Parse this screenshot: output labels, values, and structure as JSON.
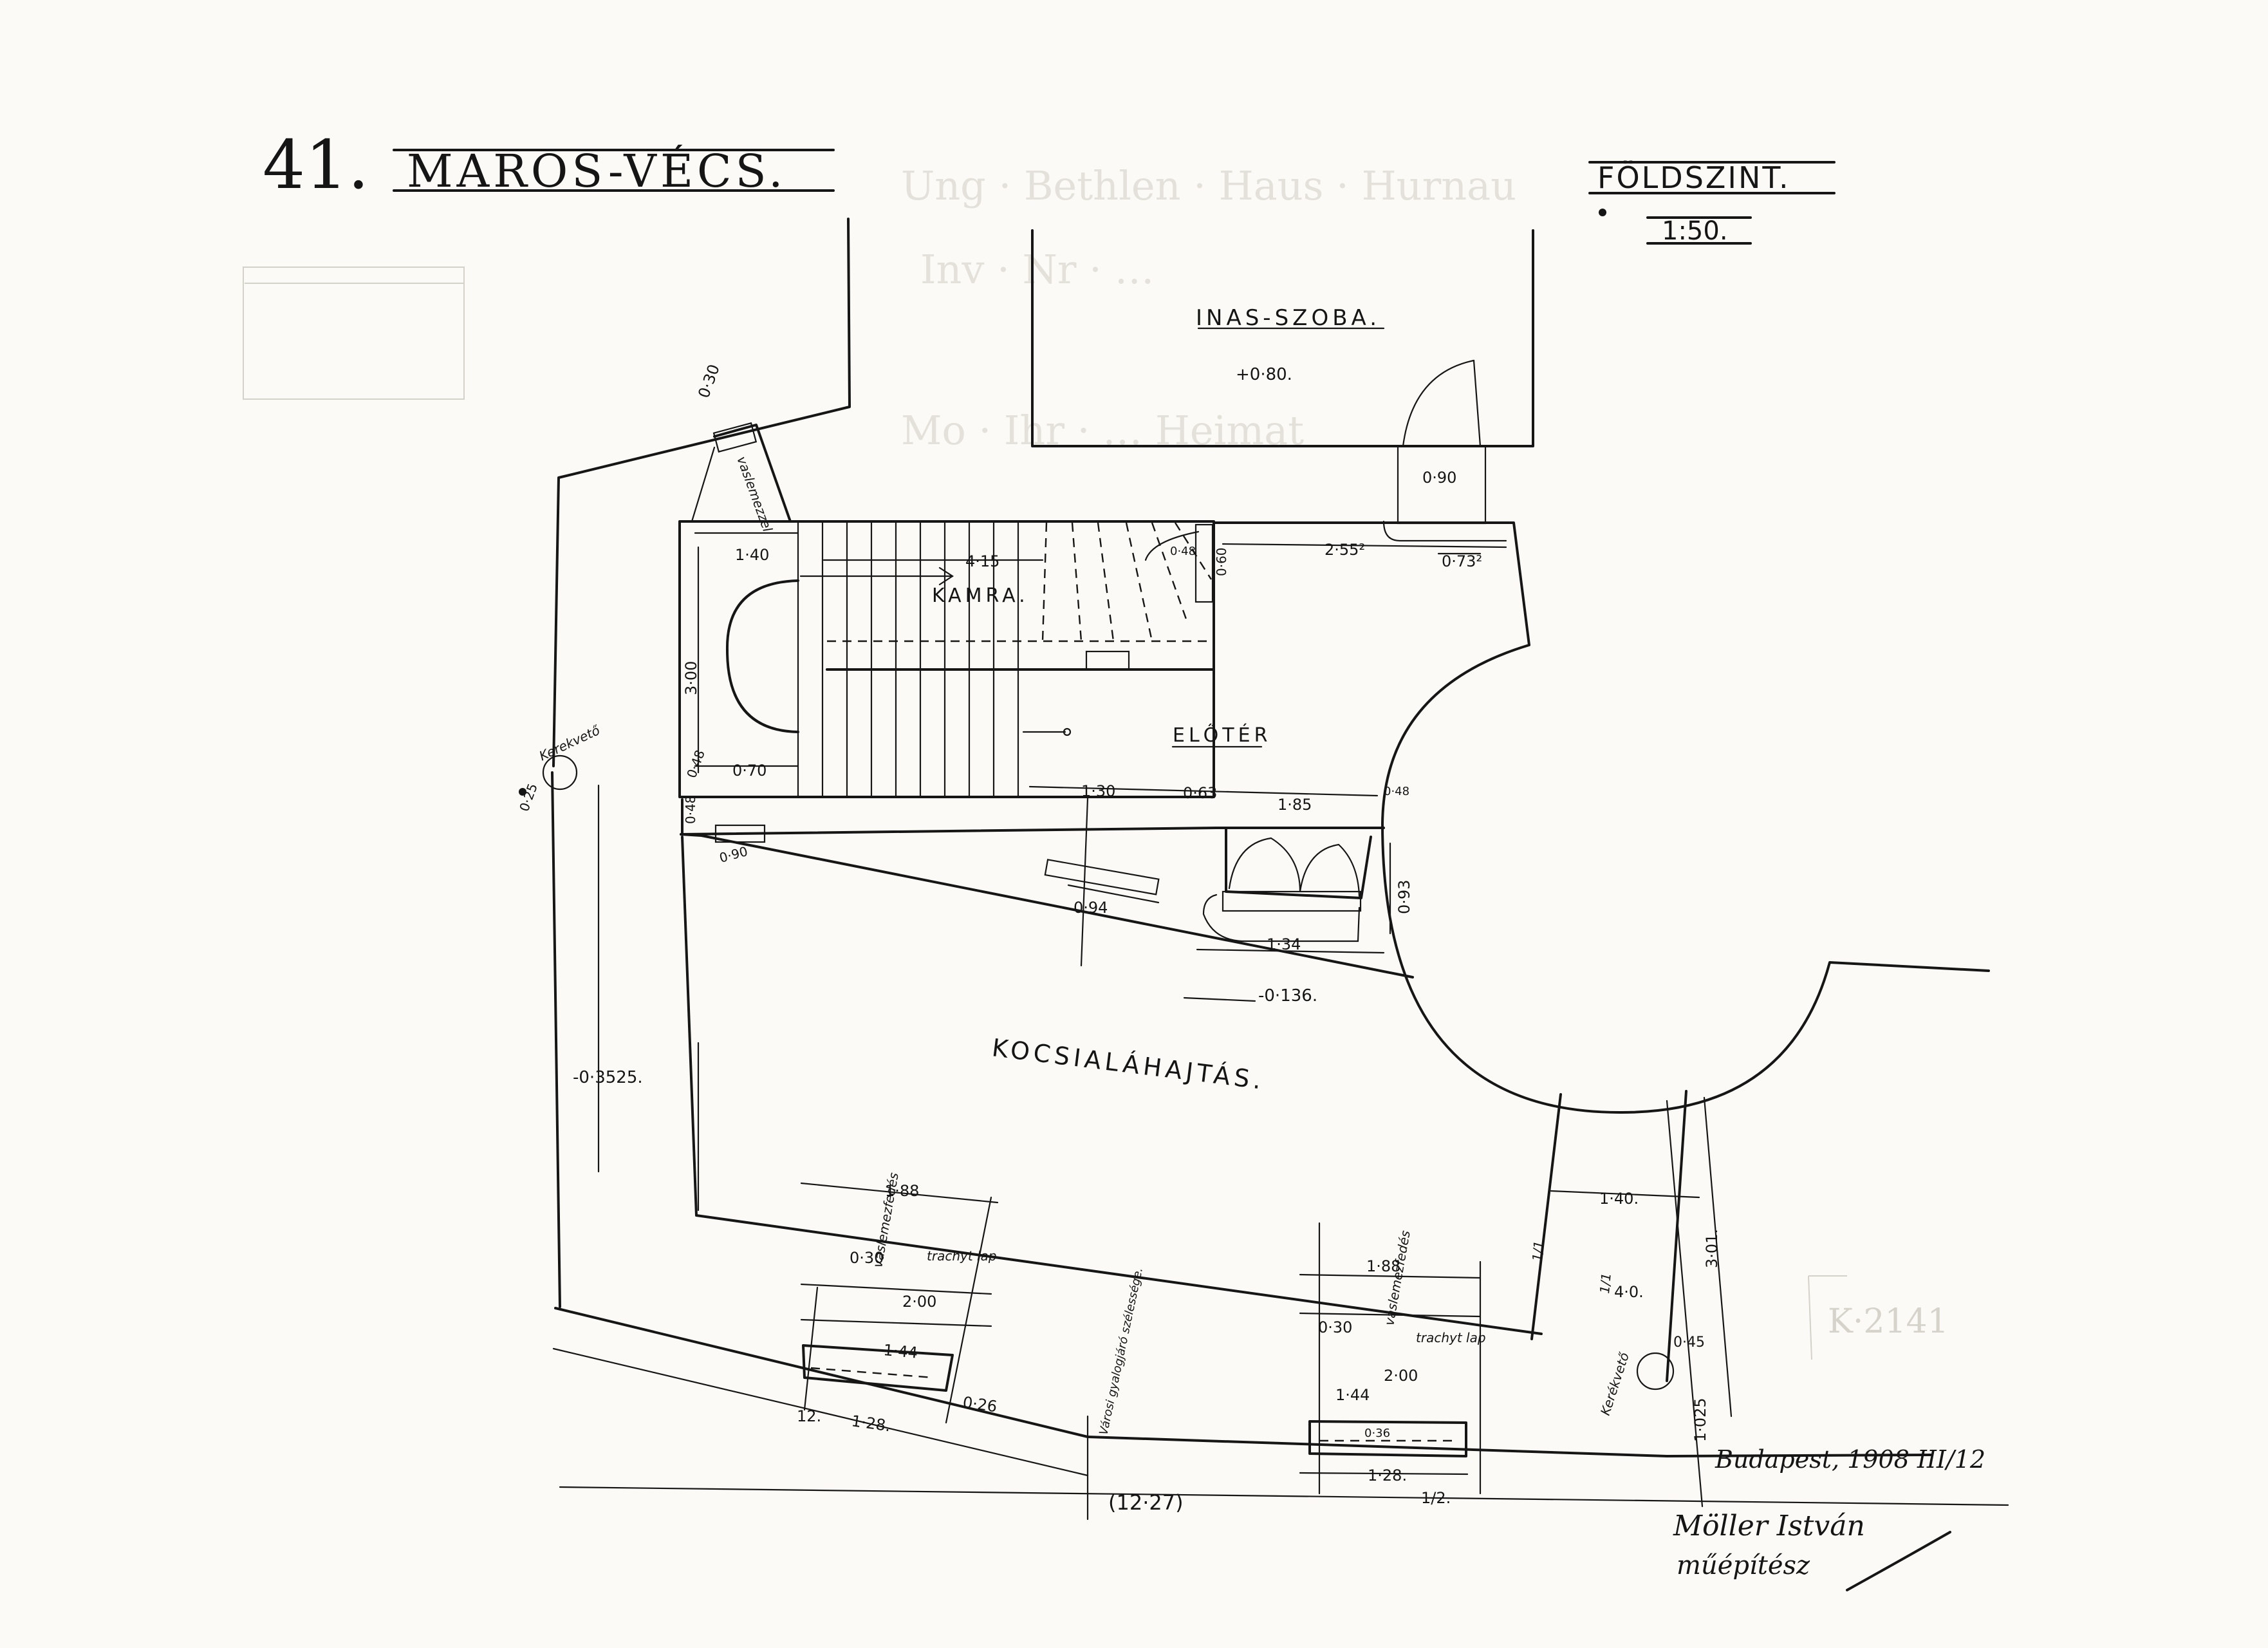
{
  "title": {
    "number": "41.",
    "name": "MAROS-VÉCS."
  },
  "floor": {
    "name": "FÖLDSZINT.",
    "scale": "1:50."
  },
  "rooms": {
    "inas_szoba": "INAS-SZOBA.",
    "inas_szoba_level": "+0·80.",
    "kamra": "KAMRA.",
    "eloter": "ELŐTÉR",
    "kocsialahajtas": "KOCSIALÁHAJTÁS.",
    "level_left": "-0·3525.",
    "level_door": "-0·136."
  },
  "dimensions": {
    "d_030_top": "0·30",
    "d_090": "0·90",
    "d_140": "1·40",
    "d_415": "4·15",
    "d_048a": "0·48",
    "d_060": "0·60",
    "d_2552": "2·55²",
    "d_0732": "0·73²",
    "d_300": "3·00",
    "d_048b": "0·48",
    "d_070": "0·70",
    "d_048c": "0·48",
    "d_090b": "0·90",
    "d_130": "1·30",
    "d_063": "0·63",
    "d_185": "1·85",
    "d_048d": "0·48",
    "d_094": "0·94",
    "d_093": "0·93",
    "d_134": "1·34",
    "d_188a": "1·88",
    "d_030a": "0·30",
    "d_200a": "2·00",
    "d_144a": "1·44",
    "d_026": "0·26",
    "d_12": "12.",
    "d_128a": "1·28.",
    "d_1227": "(12·27)",
    "d_188b": "1·88",
    "d_030b": "0·30",
    "d_200b": "2·00",
    "d_144b": "1·44",
    "d_036": "0·36",
    "d_128b": "1·28.",
    "d_half": "1/2.",
    "d_140b": "1·40.",
    "d_301": "3·01.",
    "d_400": "4·0.",
    "d_045": "0·45",
    "d_1025": "1·025",
    "d_025": "0·25"
  },
  "notes": {
    "kerekveto_left": "Kerekvető",
    "kerekveto_right": "Kerékvető",
    "vas_lemez_top": "vaslemezzel",
    "vas_lemez_a": "vaslemezfedés",
    "vas_lemez_b": "vaslemezfedés",
    "trachyt_a": "trachyt lap",
    "trachyt_b": "trachyt lap",
    "sidewalk": "Városi gyalogjáró szélessége.",
    "side_a": "1/1",
    "side_b": "1/1"
  },
  "signature": {
    "place_date": "Budapest, 1908 III/12",
    "author_line1": "Möller István",
    "author_line2": "műépítész"
  },
  "ghost_text": {
    "line1": "Ung · Bethlen · Haus · Hurnau",
    "line2": "Inv · Nr · …",
    "line3": "Mo · Ihr · … Heimat"
  },
  "stamp_right": "K·2141"
}
